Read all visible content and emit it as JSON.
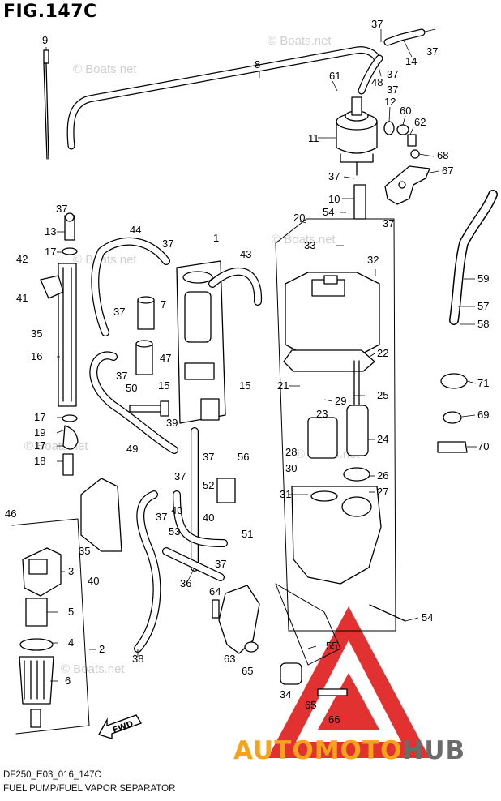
{
  "figure": {
    "title": "FIG.147C",
    "code": "DF250_E03_016_147C",
    "caption": "FUEL PUMP/FUEL VAPOR SEPARATOR"
  },
  "watermarks": [
    "© Boats.net",
    "© Boats.net",
    "© Boats.net",
    "© Boats.net",
    "© Boats.net",
    "© Boats.net",
    "© Boats.net"
  ],
  "logo": {
    "part_a": "AUTOMOTO",
    "part_b": "HUB",
    "accent_color": "#f5a31a",
    "triangle_color": "#e02020",
    "text_gray": "#6b6b6b"
  },
  "fwd_label": "FWD",
  "callouts": [
    "9",
    "8",
    "37",
    "37",
    "14",
    "37",
    "48",
    "37",
    "61",
    "12",
    "60",
    "62",
    "11",
    "68",
    "67",
    "37",
    "10",
    "54",
    "37",
    "37",
    "44",
    "37",
    "1",
    "43",
    "13",
    "17",
    "42",
    "41",
    "35",
    "16",
    "37",
    "7",
    "37",
    "47",
    "20",
    "33",
    "32",
    "59",
    "57",
    "58",
    "22",
    "71",
    "21",
    "25",
    "29",
    "69",
    "50",
    "15",
    "15",
    "17",
    "19",
    "17",
    "18",
    "39",
    "23",
    "24",
    "28",
    "30",
    "26",
    "27",
    "70",
    "49",
    "37",
    "56",
    "52",
    "31",
    "37",
    "40",
    "40",
    "51",
    "46",
    "35",
    "3",
    "5",
    "4",
    "2",
    "6",
    "40",
    "37",
    "53",
    "38",
    "36",
    "37",
    "64",
    "54",
    "63",
    "65",
    "55",
    "34",
    "65",
    "66"
  ]
}
